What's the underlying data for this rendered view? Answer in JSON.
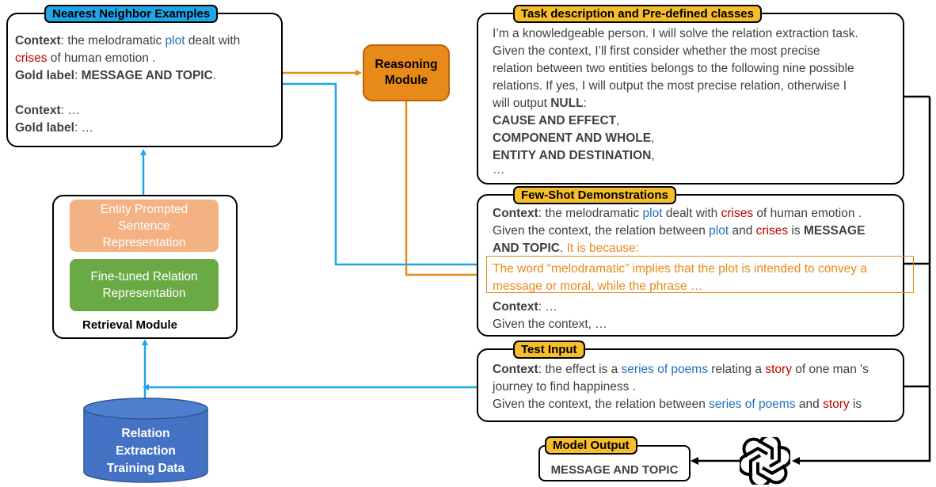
{
  "nearest": {
    "tag": "Nearest Neighbor Examples",
    "context_label": "Context",
    "line1_a": ": the melodramatic ",
    "line1_plot": "plot",
    "line1_b": " dealt with",
    "line2_crises": "crises",
    "line2_b": " of human emotion .",
    "gold_label": "Gold label",
    "gold_value": "MESSAGE AND TOPIC",
    "gold_end": ".",
    "context2": ": …",
    "gold2": ": …"
  },
  "reasoning": {
    "label_1": "Reasoning",
    "label_2": "Module"
  },
  "retrieval": {
    "entity_block": "Entity Prompted Sentence Representation",
    "finetuned_block": "Fine-tuned Relation Representation",
    "module_label": "Retrieval Module"
  },
  "database": {
    "line1": "Relation",
    "line2": "Extraction",
    "line3": "Training Data"
  },
  "task": {
    "tag": "Task description and Pre-defined classes",
    "l1": "I’m a knowledgeable person. I will solve the relation extraction task.",
    "l2": "Given the context, I’ll first consider whether the most precise",
    "l3": "relation between two entities belongs to the following nine possible",
    "l4": "relations. If yes, I will output the most precise relation, otherwise I",
    "l5_a": "will output ",
    "l5_null": "NULL",
    "l5_b": ":",
    "c1": "CAUSE AND EFFECT",
    "c2": "COMPONENT AND WHOLE",
    "c3": "ENTITY AND DESTINATION",
    "comma": ",",
    "ellipsis": "…"
  },
  "fewshot": {
    "tag": "Few-Shot Demonstrations",
    "context_label": "Context",
    "l1_a": ": the melodramatic ",
    "l1_plot": "plot",
    "l1_b": " dealt with ",
    "l1_crises": "crises",
    "l1_c": " of human emotion .",
    "l2_a": "Given the context, the relation between ",
    "l2_plot": "plot",
    "l2_and": " and ",
    "l2_crises": "crises",
    "l2_is": " is ",
    "l2_msg": "MESSAGE",
    "l3_and_topic": "AND TOPIC",
    "l3_dot": ". ",
    "l3_because": "It is because:",
    "r1": "The word “melodramatic” implies that the plot is intended to convey a",
    "r2": "message or moral, while the phrase …",
    "ctx2": ": …",
    "given2": "Given the context, …"
  },
  "test": {
    "tag": "Test Input",
    "context_label": "Context",
    "l1_a": ": the effect is a ",
    "l1_series": "series of poems",
    "l1_b": " relating a ",
    "l1_story": "story",
    "l1_c": " of one man 's",
    "l2": "journey to find happiness .",
    "l3_a": "Given the context, the relation between ",
    "l3_series": "series of poems",
    "l3_and": " and ",
    "l3_story": "story",
    "l3_is": " is"
  },
  "output": {
    "tag": "Model Output",
    "value": "MESSAGE AND TOPIC"
  },
  "colors": {
    "blue": "#1fa6e8",
    "orange": "#e88a1a",
    "yellow": "#f6bd2c",
    "green": "#6aaa45",
    "peach": "#f4b183",
    "db": "#4472c4"
  },
  "icons": {
    "llm": "openai-logo-icon"
  }
}
